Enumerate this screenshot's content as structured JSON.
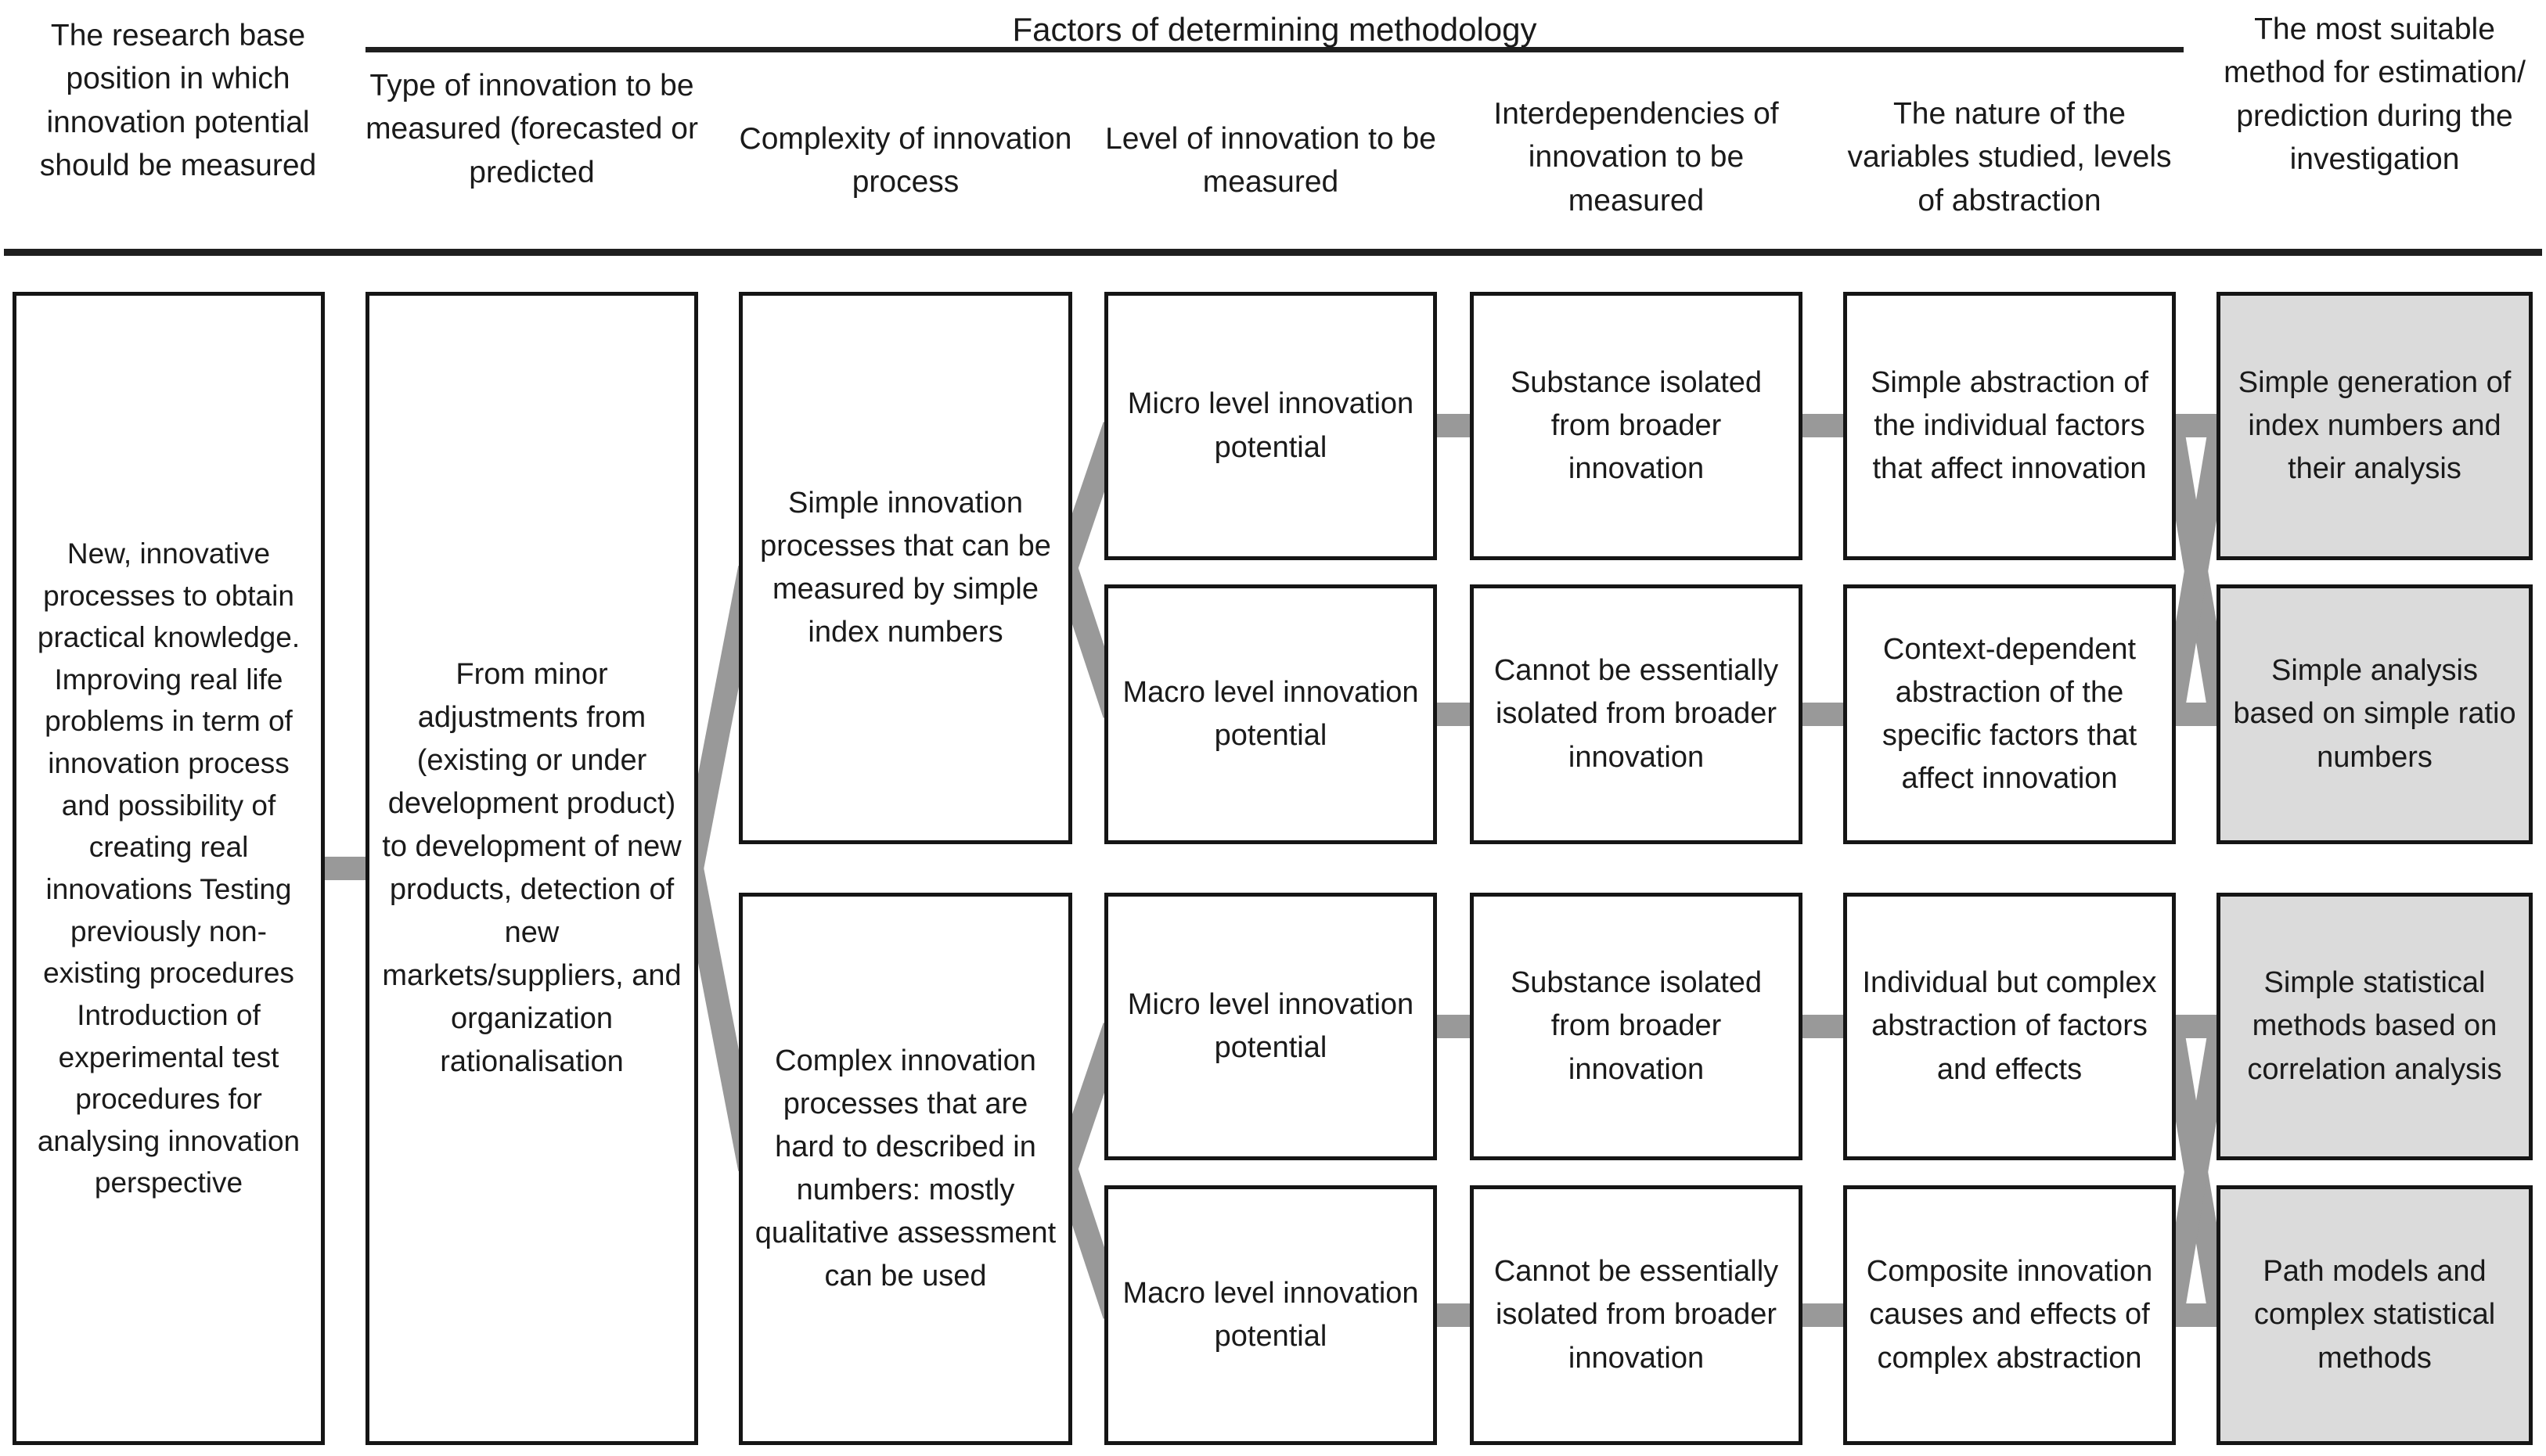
{
  "title": "Innovation potential measurement methodology diagram",
  "header": {
    "research_base": "The research base position in which innovation potential should be measured",
    "factors_group": "Factors of determining methodology",
    "factor_type": "Type of innovation to be measured (forecasted or predicted",
    "factor_complexity": "Complexity of innovation process",
    "factor_level": "Level of innovation to be measured",
    "factor_interdependencies": "Interdependencies of innovation to be measured",
    "factor_nature": "The nature of the variables studied, levels of abstraction",
    "method": "The most suitable method for estimation/ prediction during the investigation"
  },
  "boxes": {
    "research_base": "New, innovative processes to obtain practical knowledge. Improving real life problems in term of innovation process and possibility of creating real innovations Testing previously non-existing procedures Introduction of experimental test procedures for analysing innovation perspective",
    "innovation_type": "From minor adjustments from (existing or under development product) to development of new products, detection of new markets/suppliers, and organization rationalisation",
    "complexity": [
      "Simple innovation processes that can be measured by simple index numbers",
      "Complex innovation processes that are hard to described in numbers: mostly qualitative assessment can be used"
    ],
    "level": [
      "Micro level innovation potential",
      "Macro level innovation potential",
      "Micro level innovation potential",
      "Macro level innovation potential"
    ],
    "interdependencies": [
      "Substance isolated from broader innovation",
      "Cannot be essentially isolated from broader innovation",
      "Substance isolated from broader innovation",
      "Cannot be essentially isolated from broader innovation"
    ],
    "nature": [
      "Simple abstraction of the individual factors that affect innovation",
      "Context-dependent abstraction of the specific factors that affect innovation",
      "Individual but complex abstraction of factors and effects",
      "Composite innovation causes and effects of complex abstraction"
    ],
    "methods": [
      "Simple generation of index numbers and their analysis",
      "Simple analysis based on simple ratio numbers",
      "Simple statistical methods based on correlation analysis",
      "Path models and complex statistical methods"
    ]
  },
  "colors": {
    "connector": "#999999",
    "method_fill": "#dbdbdb",
    "box_border": "#151515",
    "rule": "#1f1f1f",
    "text": "#1a1a1a",
    "background": "#ffffff"
  }
}
